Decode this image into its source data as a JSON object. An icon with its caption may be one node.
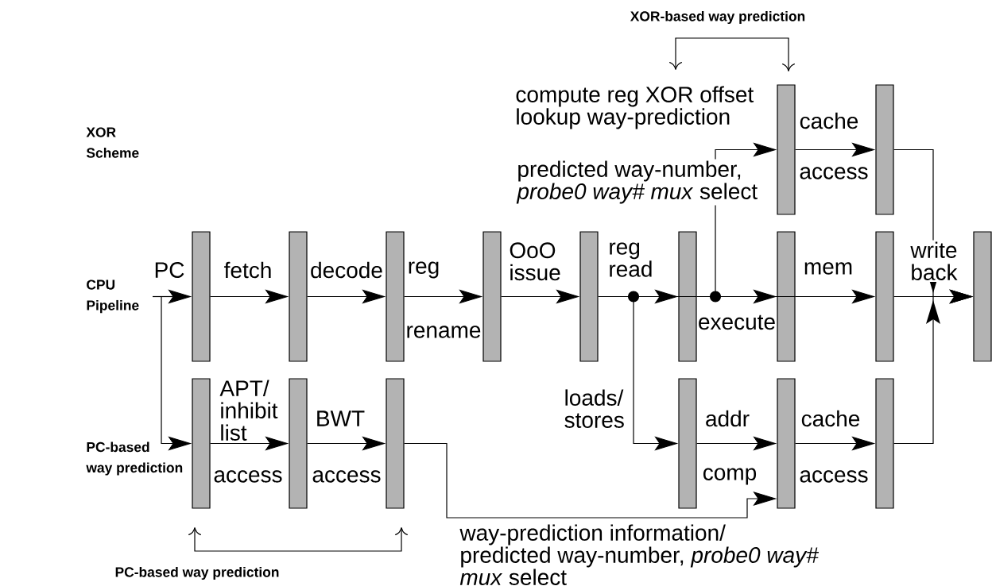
{
  "diagram": {
    "nodes": [
      {
        "text": [],
        "shape": "bar"
      },
      {
        "text": [],
        "shape": "bar"
      },
      {
        "text": [],
        "shape": "bar"
      },
      {
        "text": [],
        "shape": "bar"
      },
      {
        "text": [],
        "shape": "bar"
      },
      {
        "text": [],
        "shape": "bar"
      },
      {
        "text": [],
        "shape": "bar"
      },
      {
        "text": [],
        "shape": "bar"
      },
      {
        "text": [],
        "shape": "bar"
      },
      {
        "text": [],
        "shape": "bar"
      },
      {
        "text": [],
        "shape": "bar"
      },
      {
        "text": [],
        "shape": "bar"
      },
      {
        "text": [],
        "shape": "bar"
      },
      {
        "text": [],
        "shape": "bar"
      },
      {
        "text": [],
        "shape": "bar"
      },
      {
        "text": [],
        "shape": "bar"
      },
      {
        "text": [],
        "shape": "bar"
      }
    ],
    "edges": [
      {
        "from": null,
        "to": 2,
        "arrow": "to",
        "label": "PC"
      },
      {
        "from": null,
        "to": 11,
        "arrow": "to"
      },
      {
        "from": 2,
        "to": 3,
        "arrow": "to"
      },
      {
        "from": 3,
        "to": 4,
        "arrow": "to"
      },
      {
        "from": 4,
        "to": 5,
        "arrow": "to"
      },
      {
        "from": 5,
        "to": 6,
        "arrow": "to"
      },
      {
        "from": 6,
        "to": 7,
        "arrow": "to"
      },
      {
        "from": 7,
        "to": 8,
        "arrow": "to"
      },
      {
        "from": 8,
        "to": 9,
        "arrow": "to"
      },
      {
        "from": 9,
        "to": 10,
        "arrow": "to"
      },
      {
        "from": 0,
        "to": 1,
        "arrow": "to"
      },
      {
        "from": 8,
        "to": 0,
        "arrow": "to",
        "label": "predicted way-number, *probe0 way# mux* select"
      },
      {
        "from": 7,
        "to": 14,
        "arrow": "to",
        "label": "loads/ stores"
      },
      {
        "from": 1,
        "to": 10,
        "arrow": "to"
      },
      {
        "from": 16,
        "to": 10,
        "arrow": "to"
      },
      {
        "from": 11,
        "to": 12,
        "arrow": "to"
      },
      {
        "from": 12,
        "to": 13,
        "arrow": "to"
      },
      {
        "from": 13,
        "to": 15,
        "arrow": "to",
        "label": "way-prediction information/ predicted way-number, *probe0 way# mux* select"
      },
      {
        "from": 14,
        "to": 15,
        "arrow": "to"
      },
      {
        "from": 15,
        "to": 16,
        "arrow": "to"
      }
    ],
    "labels": [
      "XOR-based way prediction",
      "compute reg XOR offset lookup way-prediction",
      "cache",
      "XOR Scheme",
      "access",
      "OoO issue",
      "reg read",
      "write back",
      "fetch",
      "decode",
      "reg",
      "mem",
      "CPU Pipeline",
      "rename",
      "execute",
      "APT/ inhibit list",
      "BWT",
      "addr",
      "cache",
      "PC-based way prediction",
      "access",
      "access",
      "comp",
      "access",
      "PC-based way prediction"
    ]
  }
}
